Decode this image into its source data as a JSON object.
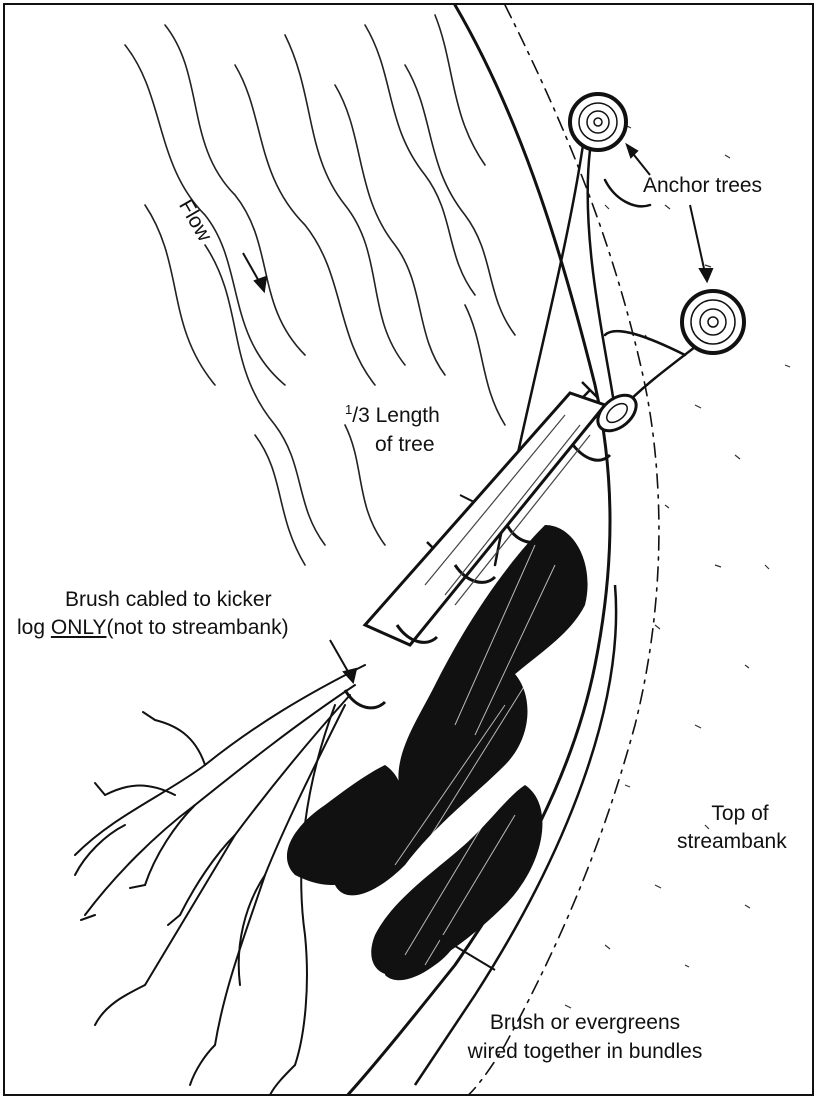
{
  "labels": {
    "flow": "Flow",
    "anchor_trees": "Anchor trees",
    "third_length_num": "1",
    "third_length_den": "/3",
    "third_length_text": " Length",
    "of_tree": "of tree",
    "brush_cabled_line1": "Brush cabled to kicker",
    "brush_cabled_prefix": "log ",
    "brush_cabled_underlined": "ONLY",
    "brush_cabled_suffix": "(not to streambank)",
    "top_of": "Top of",
    "streambank": "streambank",
    "brush_evergreens_line1": "Brush or evergreens",
    "brush_evergreens_line2": "wired together in bundles"
  },
  "colors": {
    "ink": "#111111",
    "paper": "#ffffff"
  }
}
